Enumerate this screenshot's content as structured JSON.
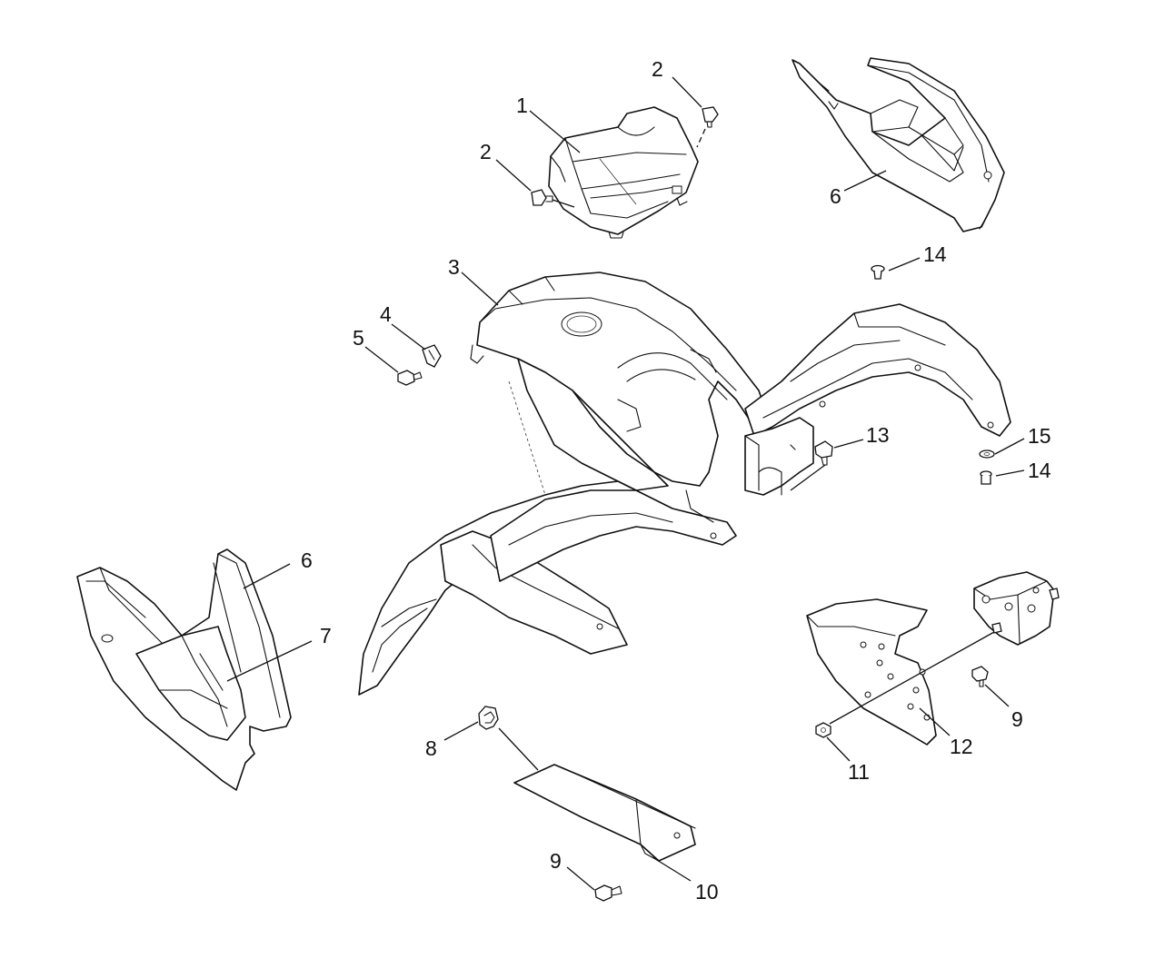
{
  "figure": {
    "callouts": [
      {
        "id": "c1",
        "label": "1"
      },
      {
        "id": "c2a",
        "label": "2"
      },
      {
        "id": "c2b",
        "label": "2"
      },
      {
        "id": "c3",
        "label": "3"
      },
      {
        "id": "c4",
        "label": "4"
      },
      {
        "id": "c5",
        "label": "5"
      },
      {
        "id": "c6a",
        "label": "6"
      },
      {
        "id": "c6b",
        "label": "6"
      },
      {
        "id": "c7",
        "label": "7"
      },
      {
        "id": "c8",
        "label": "8"
      },
      {
        "id": "c9a",
        "label": "9"
      },
      {
        "id": "c9b",
        "label": "9"
      },
      {
        "id": "c10",
        "label": "10"
      },
      {
        "id": "c11",
        "label": "11"
      },
      {
        "id": "c12",
        "label": "12"
      },
      {
        "id": "c13",
        "label": "13"
      },
      {
        "id": "c14a",
        "label": "14"
      },
      {
        "id": "c14b",
        "label": "14"
      },
      {
        "id": "c15",
        "label": "15"
      }
    ]
  }
}
